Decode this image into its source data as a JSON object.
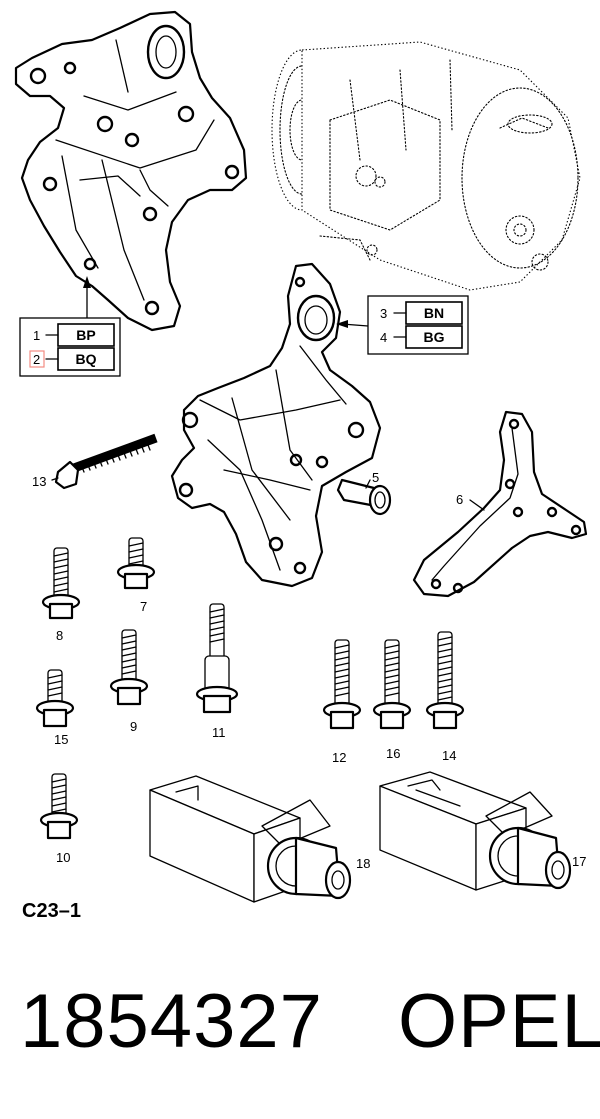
{
  "figure_code": "C23–1",
  "part_number": "1854327",
  "brand": "OPEL",
  "highlight_color": "#f28b82",
  "callouts": {
    "c1": "1",
    "c2": "2",
    "c3": "3",
    "c4": "4",
    "c5": "5",
    "c6": "6",
    "c7": "7",
    "c8": "8",
    "c9": "9",
    "c10": "10",
    "c11": "11",
    "c12": "12",
    "c13": "13",
    "c14": "14",
    "c15": "15",
    "c16": "16",
    "c17": "17",
    "c18": "18"
  },
  "ref_codes": {
    "r1": "BP",
    "r2": "BQ",
    "r3": "BN",
    "r4": "BG"
  }
}
